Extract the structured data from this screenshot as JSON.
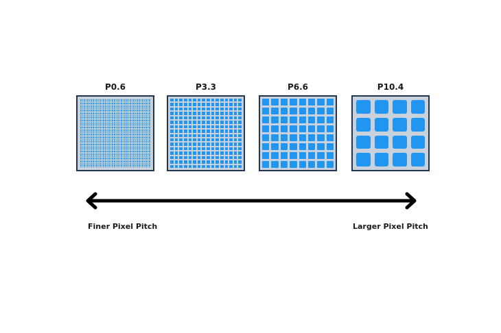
{
  "panels": [
    {
      "label": "P0.6",
      "grid": 40,
      "gap": 1,
      "radius": 0,
      "inset": 4
    },
    {
      "label": "P3.3",
      "grid": 16,
      "gap": 2,
      "radius": 0,
      "inset": 3
    },
    {
      "label": "P6.6",
      "grid": 8,
      "gap": 3,
      "radius": 1,
      "inset": 3
    },
    {
      "label": "P10.4",
      "grid": 4,
      "gap": 6,
      "radius": 3,
      "inset": 5
    }
  ],
  "axis": {
    "left_label": "Finer Pixel Pitch",
    "right_label": "Larger Pixel Pitch"
  },
  "colors": {
    "pixel": "#2196f0",
    "substrate": "#c9d2dc",
    "frame": "#1f3550",
    "arrow": "#000000"
  }
}
